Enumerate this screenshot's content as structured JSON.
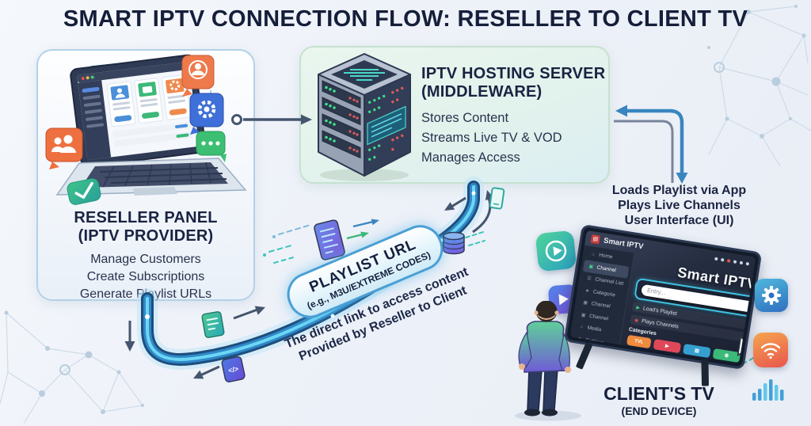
{
  "title": "SMART IPTV CONNECTION FLOW: RESELLER TO CLIENT TV",
  "reseller": {
    "heading": "RESELLER PANEL",
    "subheading": "(IPTV PROVIDER)",
    "features": [
      "Manage Customers",
      "Create Subscriptions",
      "Generate Playlist URLs"
    ]
  },
  "server": {
    "heading": "IPTV HOSTING SERVER",
    "subheading": "(MIDDLEWARE)",
    "features": [
      "Stores Content",
      "Streams Live TV & VOD",
      "Manages Access"
    ]
  },
  "client": {
    "features": [
      "Loads Playlist via App",
      "Plays Live Channels",
      "User Interface (UI)"
    ],
    "caption": "CLIENT'S TV",
    "subcaption": "(END DEVICE)"
  },
  "playlist": {
    "badge_title": "PLAYLIST URL",
    "badge_subtitle": "(e.g., M3U/EXTREME CODES)",
    "note_line1": "The direct link to access content",
    "note_line2": "Provided by Reseller to Client"
  },
  "tv_screen": {
    "app_name": "Smart IPTV",
    "screen_title": "Smart IPTV",
    "sidebar": [
      "Home",
      "Channel",
      "Channel List",
      "Categorie",
      "Channel",
      "Channel",
      "Media",
      "Settings"
    ],
    "input_value": "Entry...",
    "menu_rows": [
      "Load's Playlist",
      "Plays Channels"
    ],
    "categories_label": "Categories",
    "button_label": "TVL"
  },
  "icons": {
    "home": "⌂",
    "channel": "▣",
    "channel_list": "☰",
    "categories": "★",
    "media": "♪",
    "settings": "⚙",
    "play": "▶",
    "record": "◉",
    "chevron": "›",
    "grid": "▤",
    "circle": "◍",
    "app_logo": "▤"
  },
  "colors": {
    "title_text": "#151e3a",
    "accent_blue": "#3a85c0",
    "cable_glow": "#49c2ee",
    "reseller_box_border": "#b3d1e7",
    "server_box_bg": "#e6f4ec",
    "gear_tile": "#2f7fc4",
    "wifi_tile": "#ef7a4e",
    "play_tile_green": "#3cc493",
    "play_tile_purple": "#6a5fd8"
  }
}
